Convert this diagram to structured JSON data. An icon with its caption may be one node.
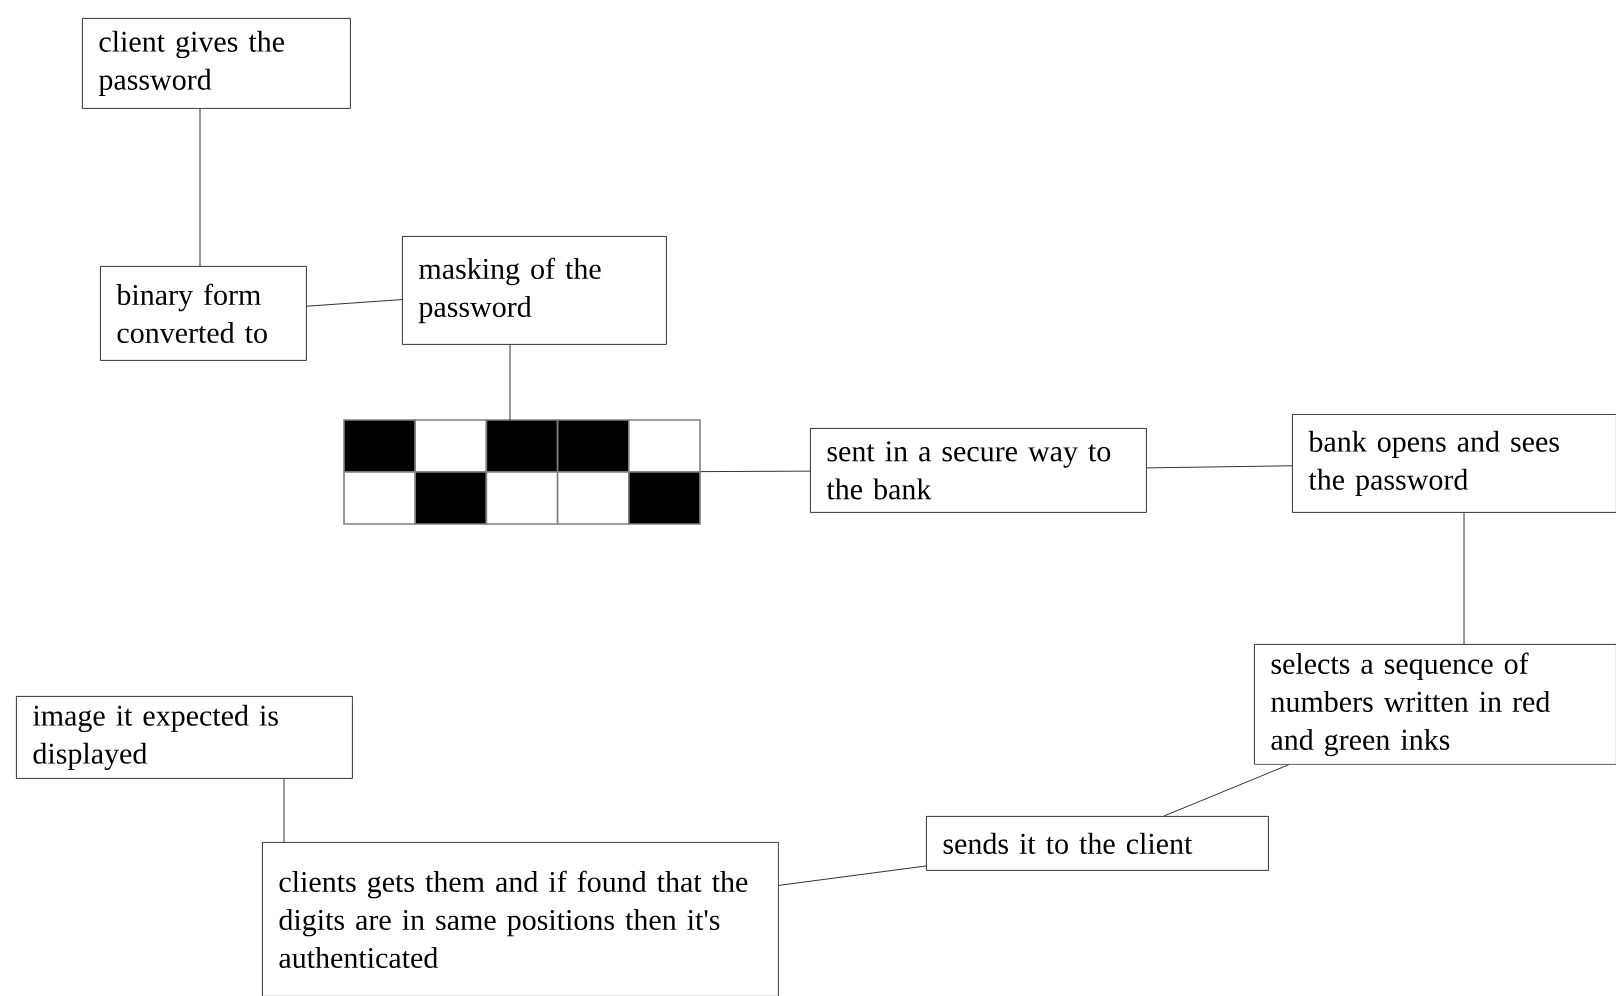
{
  "diagram": {
    "nodes": [
      {
        "text": [
          "client gives the password"
        ]
      },
      {
        "text": [
          "binary form converted to"
        ]
      },
      {
        "text": [
          "masking of the password"
        ]
      },
      {
        "text": [],
        "shape": "picture"
      },
      {
        "text": [
          "sent in a secure way to the bank"
        ]
      },
      {
        "text": [
          "bank opens and sees the password"
        ]
      },
      {
        "text": [
          "selects a sequence of numbers written in red and green inks"
        ]
      },
      {
        "text": [
          "sends it to the client"
        ]
      },
      {
        "text": [
          "clients gets them and if found that the digits are in same positions then it's authenticated"
        ]
      },
      {
        "text": [
          "image it expected is displayed"
        ]
      }
    ],
    "edges": [
      {
        "from": 0,
        "to": 1,
        "arrow": "none"
      },
      {
        "from": 1,
        "to": 2,
        "arrow": "none"
      },
      {
        "from": 2,
        "to": 3,
        "arrow": "none"
      },
      {
        "from": 3,
        "to": 4,
        "arrow": "none"
      },
      {
        "from": 4,
        "to": 5,
        "arrow": "none"
      },
      {
        "from": 5,
        "to": 6,
        "arrow": "none"
      },
      {
        "from": 6,
        "to": 7,
        "arrow": "none"
      },
      {
        "from": 7,
        "to": 8,
        "arrow": "none"
      },
      {
        "from": 8,
        "to": 9,
        "arrow": "none"
      }
    ]
  }
}
